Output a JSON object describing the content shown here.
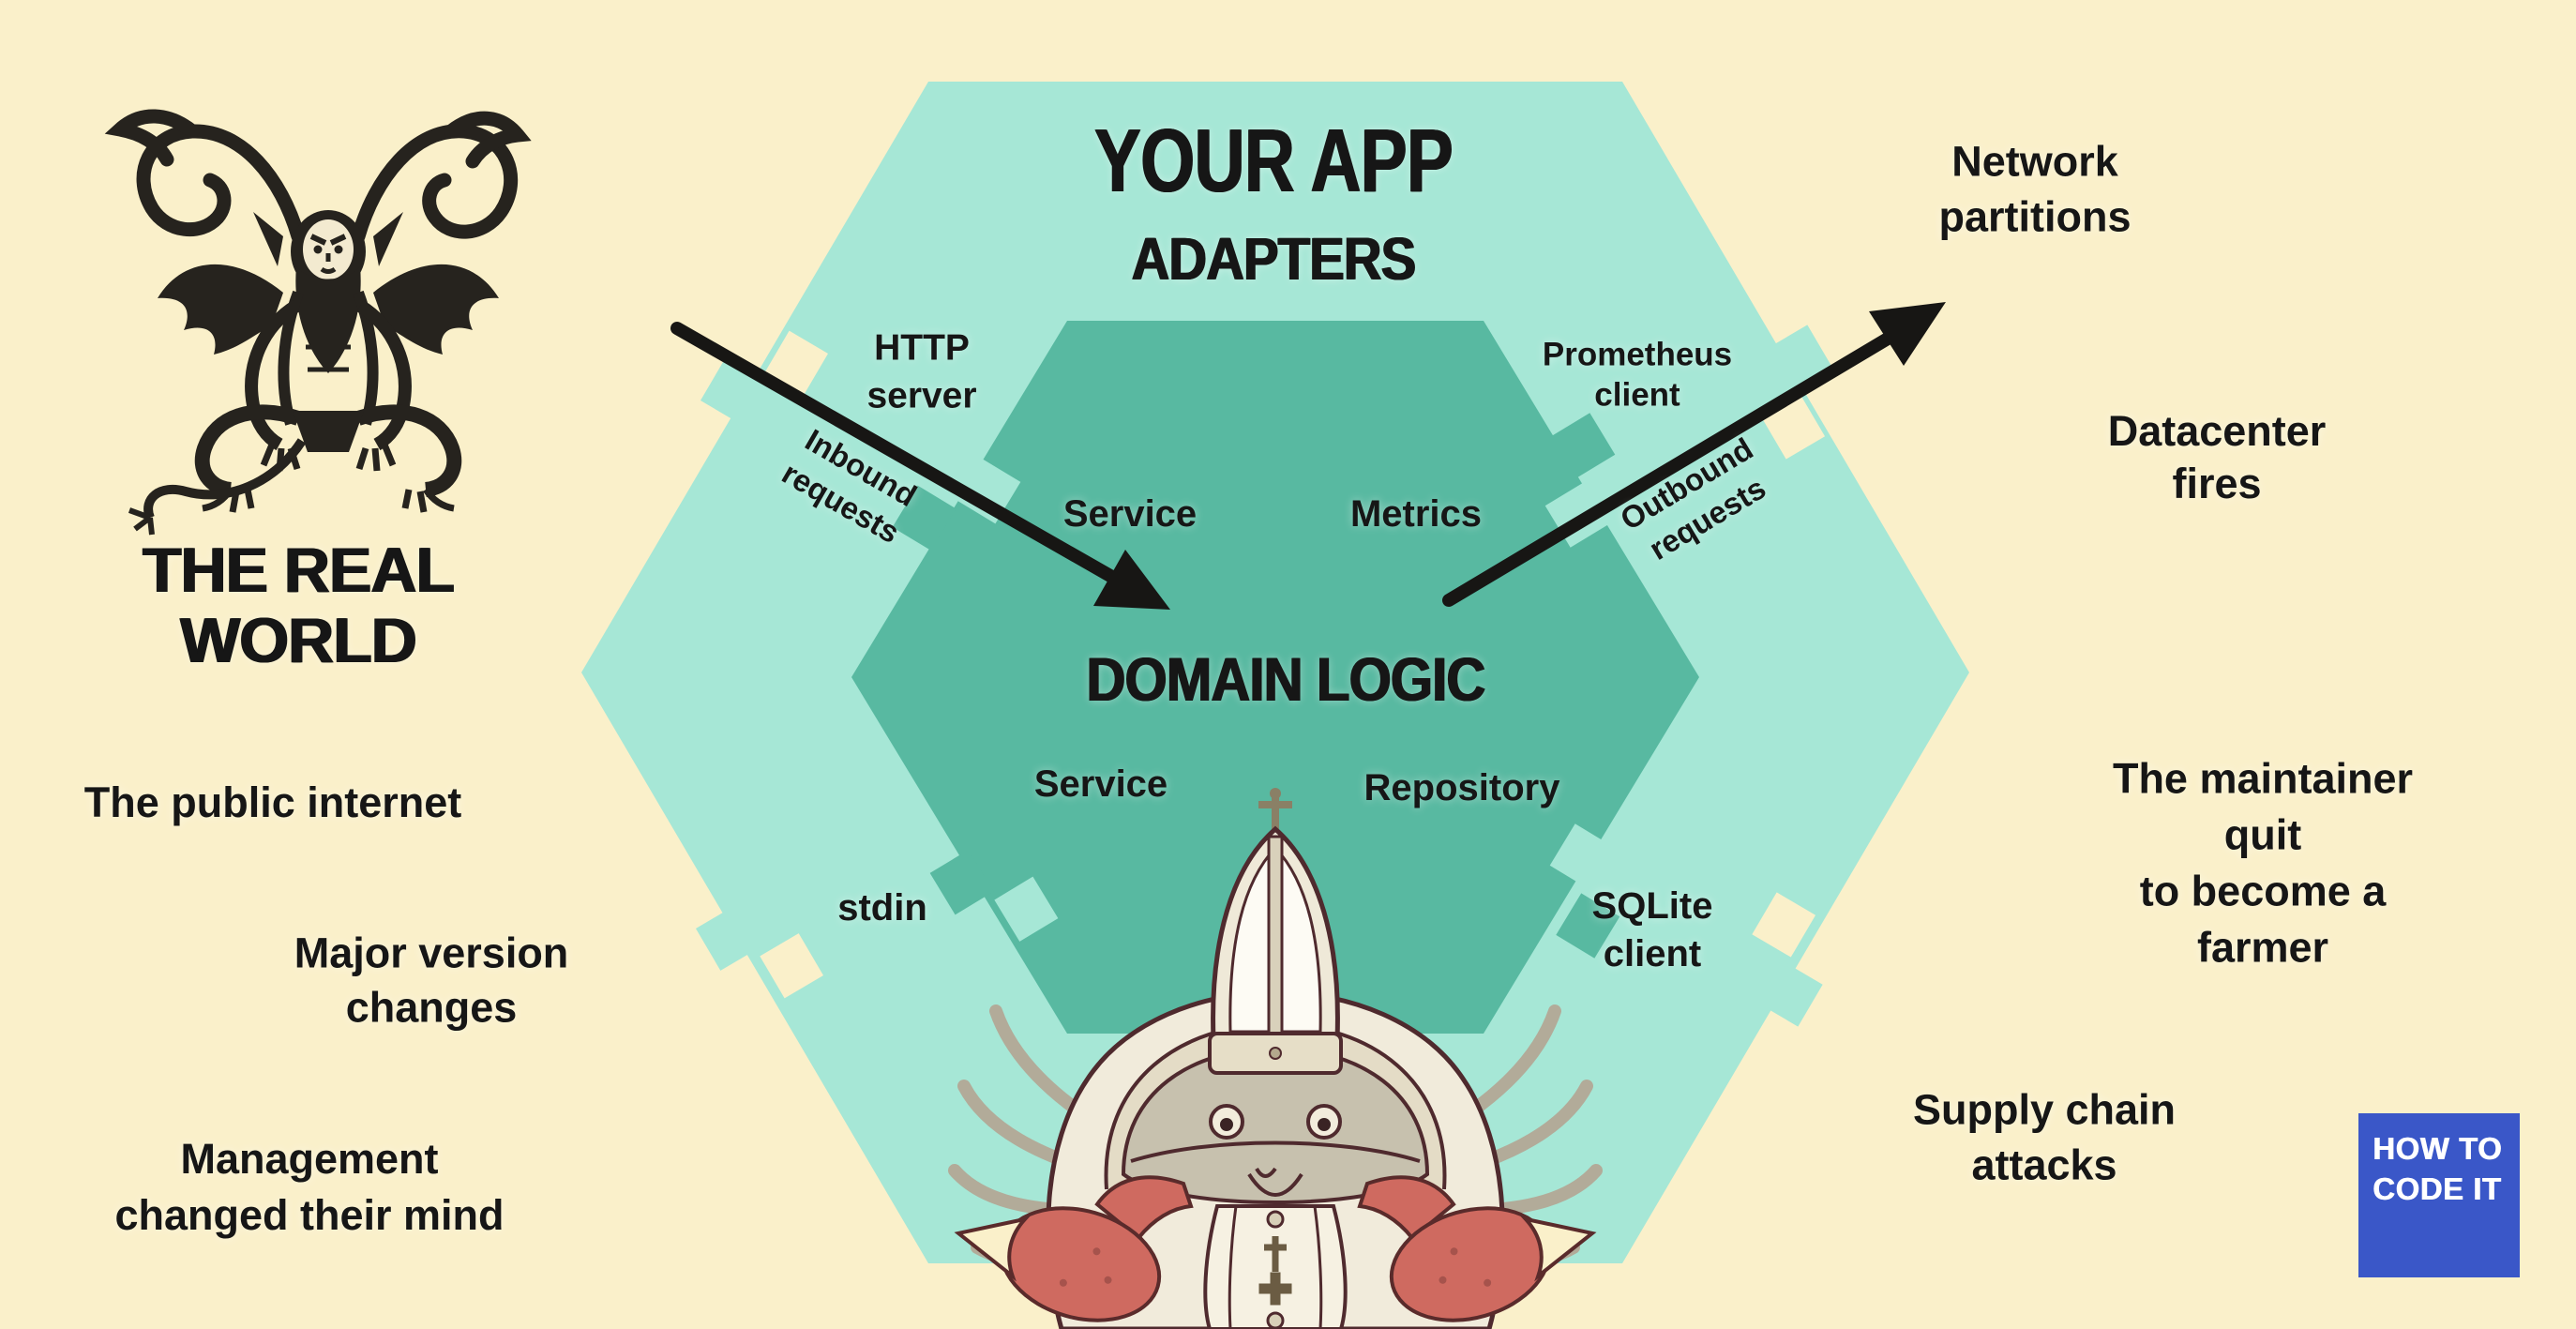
{
  "colors": {
    "cream": "#faf0ca",
    "outer-teal": "#a6e7d6",
    "inner-teal": "#58b9a1",
    "arrow-black": "#171614",
    "text-black": "#161616",
    "logo-blue": "#3a57c8",
    "logo-text": "#ffffff",
    "ink": "#26231e",
    "crab-outline": "#4f2a2e",
    "crab-salmon": "#cf6a60",
    "crab-cream": "#f1ebdb",
    "crab-grey": "#c7c1ae"
  },
  "app_hexagon": {
    "title": "YOUR APP",
    "outer_layer_label": "ADAPTERS",
    "inner_layer_label": "DOMAIN LOGIC",
    "adapters": {
      "http_server": "HTTP\nserver",
      "prometheus_client": "Prometheus\nclient",
      "stdin": "stdin",
      "sqlite_client": "SQLite\nclient"
    },
    "domain_ports": {
      "service_top": "Service",
      "metrics": "Metrics",
      "service_bottom": "Service",
      "repository": "Repository"
    },
    "arrows": {
      "inbound": "Inbound\nrequests",
      "outbound": "Outbound\nrequests"
    }
  },
  "real_world": {
    "title": "THE REAL\nWORLD",
    "hazards_left": [
      "The public internet",
      "Major version\nchanges",
      "Management\nchanged their mind"
    ],
    "hazards_right": [
      "Network\npartitions",
      "Datacenter\nfires",
      "The maintainer quit\nto become a farmer",
      "Supply chain\nattacks"
    ]
  },
  "illustrations": {
    "left": "demon-drawing",
    "center": "crab-pope-drawing"
  },
  "logo": {
    "text": "HOW TO\nCODE IT"
  }
}
